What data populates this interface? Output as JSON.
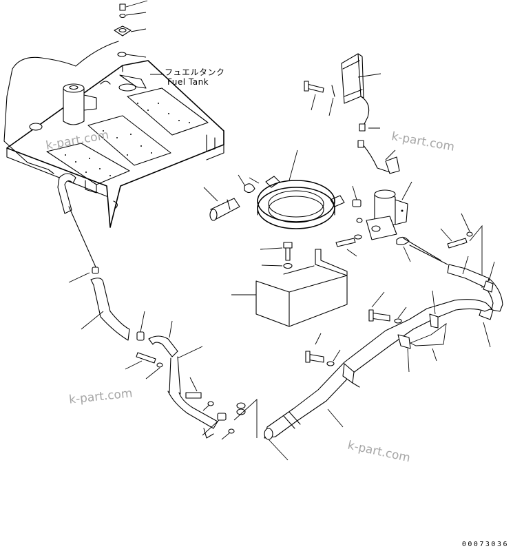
{
  "labels": {
    "fuel_tank_jp": "フュエルタンク",
    "fuel_tank_en": "Fuel Tank"
  },
  "watermarks": [
    "k-part.com",
    "k-part.com",
    "k-part.com",
    "k-part.com"
  ],
  "drawing_code": "00073036",
  "colors": {
    "line": "#000000",
    "watermark": "#a6a6a6",
    "background": "#ffffff"
  }
}
